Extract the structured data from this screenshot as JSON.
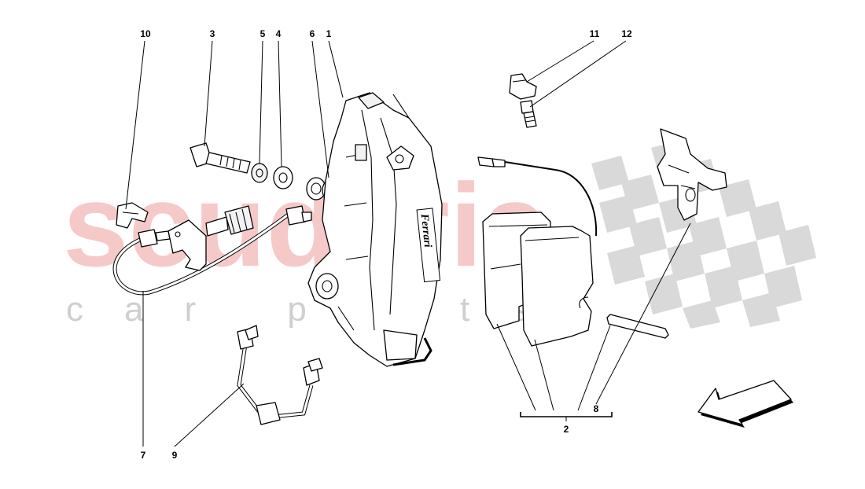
{
  "watermark": {
    "brand": "scuderia",
    "tagline": "car parts"
  },
  "callouts": {
    "c1": "1",
    "c2": "2",
    "c3": "3",
    "c4": "4",
    "c5": "5",
    "c6": "6",
    "c7": "7",
    "c8": "8",
    "c9": "9",
    "c10": "10",
    "c11": "11",
    "c12": "12"
  },
  "caliper_logo": "Ferrari",
  "colors": {
    "watermark_red": "#f3b8b8",
    "checker": "#d9d9d9",
    "ink": "#000000"
  }
}
